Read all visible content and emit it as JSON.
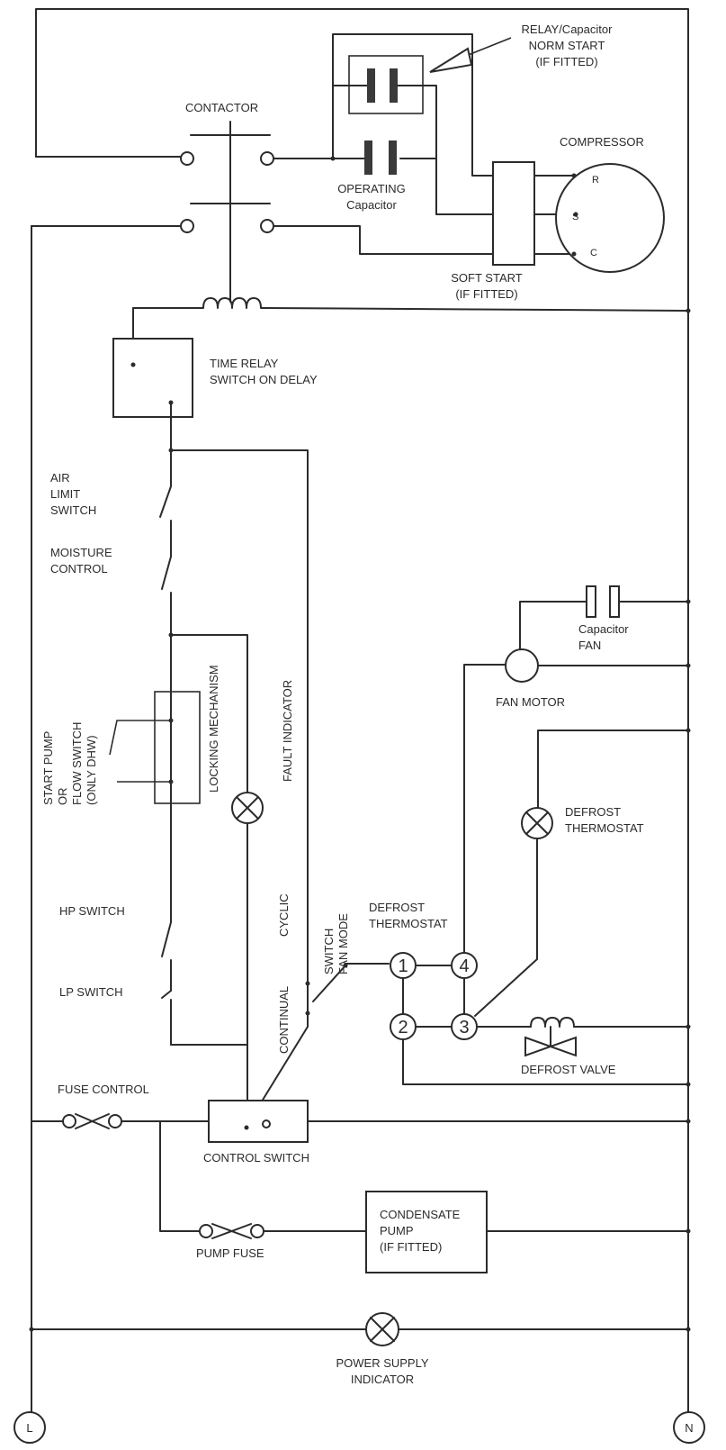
{
  "labels": {
    "relay_capacitor": [
      "RELAY/Capacitor",
      "NORM START",
      "(IF FITTED)"
    ],
    "contactor": "CONTACTOR",
    "compressor": "COMPRESSOR",
    "operating_capacitor": [
      "OPERATING",
      "Capacitor"
    ],
    "soft_start": [
      "SOFT START",
      "(IF FITTED)"
    ],
    "time_relay": [
      "TIME RELAY",
      "SWITCH ON DELAY"
    ],
    "air_limit_switch": [
      "AIR",
      "LIMIT",
      "SWITCH"
    ],
    "moisture_control": [
      "MOISTURE",
      "CONTROL"
    ],
    "start_pump": [
      "START PUMP",
      "OR",
      "FLOW SWITCH",
      "(ONLY DHW)"
    ],
    "locking_mechanism": "LOCKING MECHANISM",
    "fault_indicator": "FAULT INDICATOR",
    "hp_switch": "HP SWITCH",
    "lp_switch": "LP SWITCH",
    "cyclic": "CYCLIC",
    "continual": "CONTINUAL",
    "switch_fan_mode": [
      "SWITCH",
      "FAN MODE"
    ],
    "defrost_thermostat_terminals": [
      "DEFROST",
      "THERMOSTAT"
    ],
    "fan_capacitor": [
      "Capacitor",
      "FAN"
    ],
    "fan_motor": "FAN MOTOR",
    "defrost_thermostat_lamp": [
      "DEFROST",
      "THERMOSTAT"
    ],
    "defrost_valve": "DEFROST VALVE",
    "fuse_control": "FUSE CONTROL",
    "control_switch": "CONTROL SWITCH",
    "condensate_pump": [
      "CONDENSATE",
      "PUMP",
      "(IF FITTED)"
    ],
    "pump_fuse": "PUMP FUSE",
    "power_supply_indicator": [
      "POWER SUPPLY",
      "INDICATOR"
    ]
  },
  "compressor_terminals": [
    "R",
    "S",
    "C"
  ],
  "thermostat_terminals": [
    "1",
    "4",
    "2",
    "3"
  ],
  "supply_terminals": {
    "live": "L",
    "neutral": "N"
  }
}
